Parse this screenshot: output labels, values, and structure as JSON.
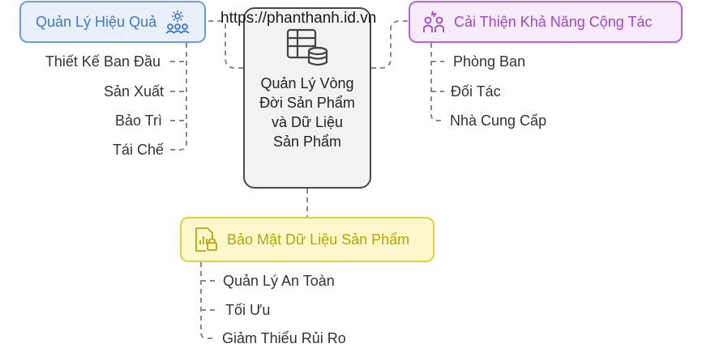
{
  "watermark": "https://phanthanh.id.vn",
  "center": {
    "title": "Quản Lý Vòng Đời Sản Phẩm và Dữ Liệu Sản Phẩm",
    "icon": "table-database-icon"
  },
  "branches": {
    "efficiency": {
      "label": "Quản Lý Hiệu Quả",
      "icon": "gear-people-icon",
      "color": "#3c78d8",
      "items": [
        "Thiết Kế Ban Đầu",
        "Sản Xuất",
        "Bảo Trì",
        "Tái Chế"
      ]
    },
    "collaboration": {
      "label": "Cải Thiện Khả Năng Cộng Tác",
      "icon": "people-sparkle-icon",
      "color": "#a445d0",
      "items": [
        "Phòng Ban",
        "Đối Tác",
        "Nhà Cung Cấp"
      ]
    },
    "security": {
      "label": "Bảo Mật Dữ Liệu Sản Phẩm",
      "icon": "secure-document-icon",
      "color": "#b8a500",
      "items": [
        "Quản Lý An Toàn",
        "Tối Ưu",
        "Giảm Thiểu Rủi Ro"
      ]
    }
  }
}
